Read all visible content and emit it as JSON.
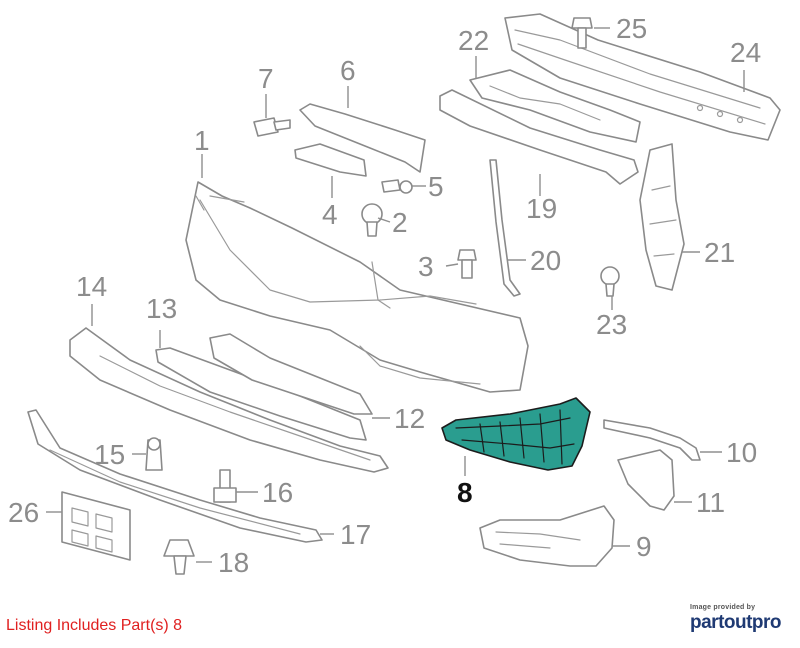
{
  "listing_text": "Listing Includes Part(s) 8",
  "credit": {
    "caption": "Image provided by",
    "brand": "partoutpro"
  },
  "highlighted_part": "8",
  "colors": {
    "highlight_fill": "#2a9d8f",
    "listing_text": "#e02020",
    "brand": "#1f3a73",
    "callout_gray": "#8c8c8c"
  },
  "callouts": {
    "c1": "1",
    "c2": "2",
    "c3": "3",
    "c4": "4",
    "c5": "5",
    "c6": "6",
    "c7": "7",
    "c8": "8",
    "c9": "9",
    "c10": "10",
    "c11": "11",
    "c12": "12",
    "c13": "13",
    "c14": "14",
    "c15": "15",
    "c16": "16",
    "c17": "17",
    "c18": "18",
    "c19": "19",
    "c20": "20",
    "c21": "21",
    "c22": "22",
    "c23": "23",
    "c24": "24",
    "c25": "25",
    "c26": "26"
  }
}
